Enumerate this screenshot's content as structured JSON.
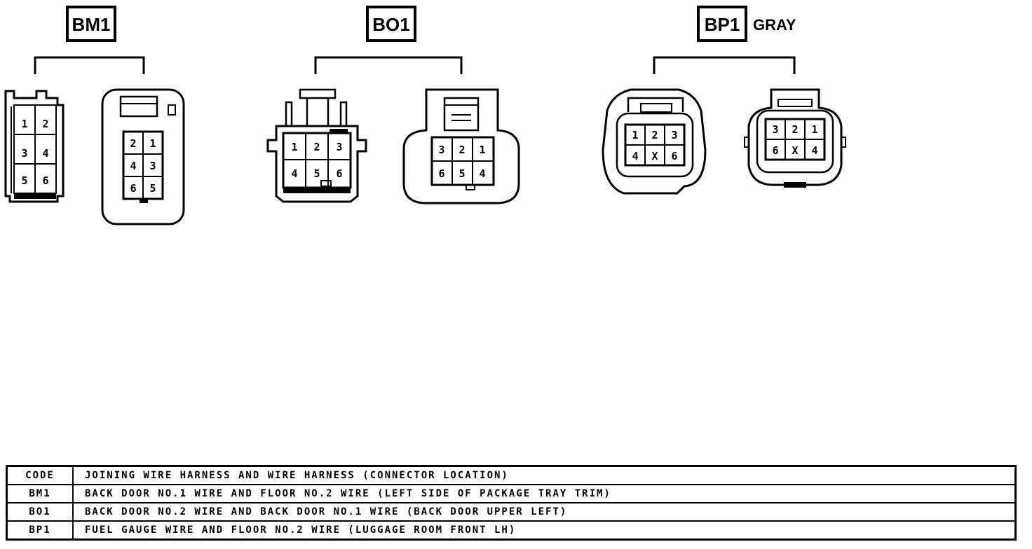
{
  "connectors": [
    {
      "code": "BM1",
      "color": "",
      "left_pins": [
        "1",
        "2",
        "3",
        "4",
        "5",
        "6"
      ],
      "right_pins": [
        "2",
        "1",
        "4",
        "3",
        "6",
        "5"
      ]
    },
    {
      "code": "BO1",
      "color": "",
      "left_pins": [
        "1",
        "2",
        "3",
        "4",
        "5",
        "6"
      ],
      "right_pins": [
        "3",
        "2",
        "1",
        "6",
        "5",
        "4"
      ]
    },
    {
      "code": "BP1",
      "color": "GRAY",
      "left_pins": [
        "1",
        "2",
        "3",
        "4",
        "X",
        "6"
      ],
      "right_pins": [
        "3",
        "2",
        "1",
        "6",
        "X",
        "4"
      ]
    }
  ],
  "table": {
    "header": {
      "code": "CODE",
      "description": "JOINING WIRE HARNESS AND WIRE HARNESS (CONNECTOR LOCATION)"
    },
    "rows": [
      {
        "code": "BM1",
        "description": "BACK DOOR NO.1 WIRE AND FLOOR NO.2 WIRE (LEFT SIDE OF PACKAGE TRAY TRIM)"
      },
      {
        "code": "BO1",
        "description": "BACK DOOR NO.2 WIRE AND BACK DOOR NO.1 WIRE (BACK DOOR UPPER LEFT)"
      },
      {
        "code": "BP1",
        "description": "FUEL GAUGE WIRE AND FLOOR NO.2 WIRE (LUGGAGE ROOM FRONT LH)"
      }
    ]
  }
}
